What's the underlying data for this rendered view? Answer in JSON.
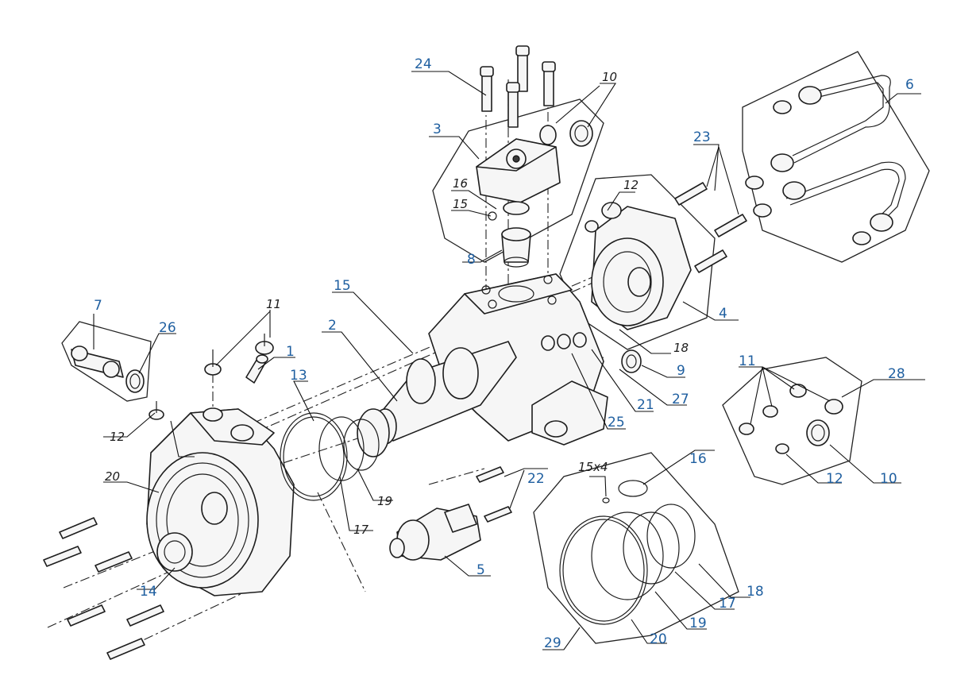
{
  "callouts": {
    "c1": "1",
    "c2": "2",
    "c3": "3",
    "c4": "4",
    "c5": "5",
    "c6": "6",
    "c7": "7",
    "c8": "8",
    "c9": "9",
    "c10a": "10",
    "c10b": "10",
    "c11a": "11",
    "c11b": "11",
    "c12a": "12",
    "c12b": "12",
    "c12c": "12",
    "c13": "13",
    "c14": "14",
    "c15a": "15",
    "c15b": "15",
    "c15x4": "15x4",
    "c16a": "16",
    "c16b": "16",
    "c17a": "17",
    "c17b": "17",
    "c18a": "18",
    "c18b": "18",
    "c19a": "19",
    "c19b": "19",
    "c20a": "20",
    "c20b": "20",
    "c21": "21",
    "c22": "22",
    "c23": "23",
    "c24": "24",
    "c25": "25",
    "c26": "26",
    "c27": "27",
    "c28": "28",
    "c29": "29"
  },
  "colors": {
    "callout": "#1f5fa0",
    "line": "#1d1d1d",
    "background": "#ffffff"
  }
}
